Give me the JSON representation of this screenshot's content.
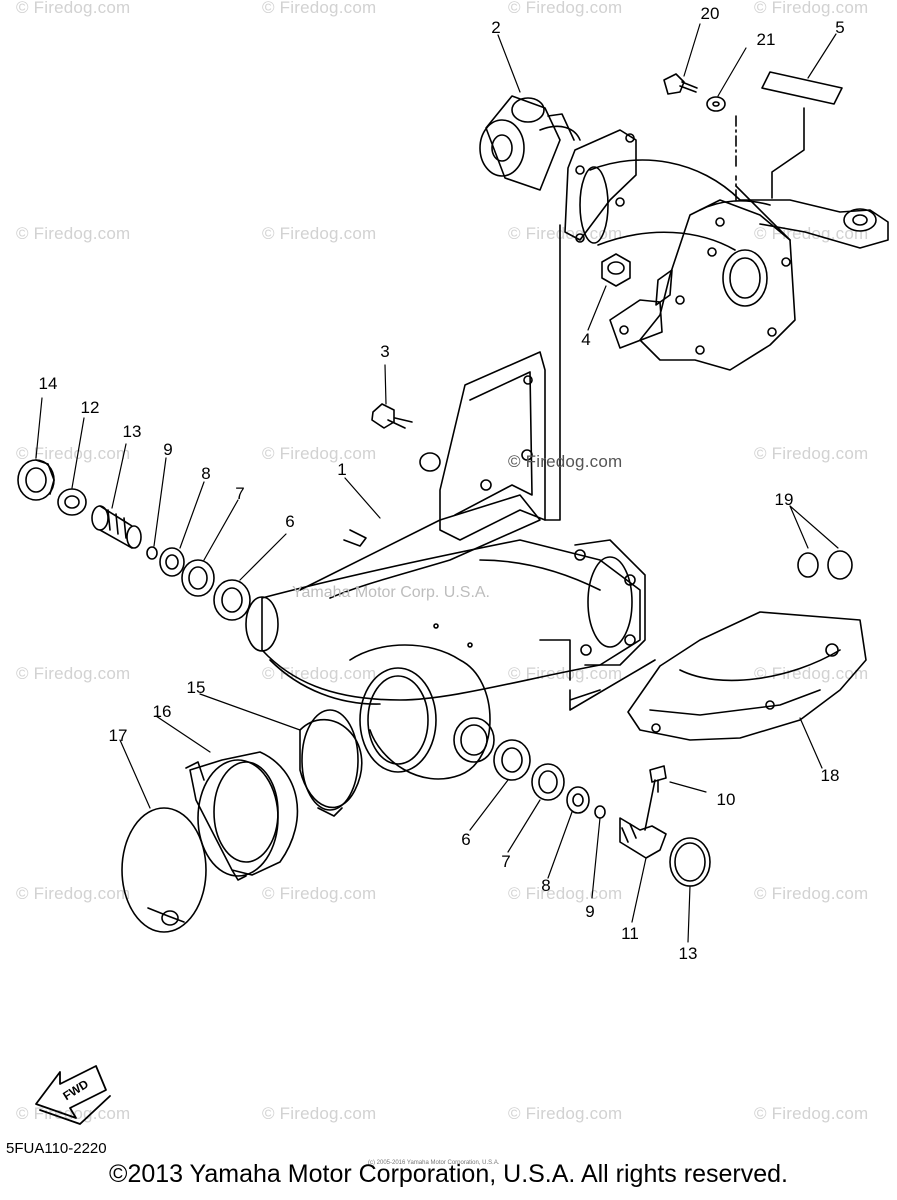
{
  "watermark_text": "© Firedog.com",
  "diagram_watermark": "© Firedog.com",
  "corp_watermark": "Yamaha Motor Corp. U.S.A.",
  "part_code": "5FUA110-2220",
  "fwd_label": "FWD",
  "tiny_credit": "(c) 2005-2016 Yamaha Motor Corporation, U.S.A.",
  "copyright": "©2013 Yamaha Motor Corporation, U.S.A. All rights reserved.",
  "callouts": [
    {
      "id": "1",
      "label": "1"
    },
    {
      "id": "2",
      "label": "2"
    },
    {
      "id": "3",
      "label": "3"
    },
    {
      "id": "4",
      "label": "4"
    },
    {
      "id": "5",
      "label": "5"
    },
    {
      "id": "6a",
      "label": "6"
    },
    {
      "id": "6b",
      "label": "6"
    },
    {
      "id": "7a",
      "label": "7"
    },
    {
      "id": "7b",
      "label": "7"
    },
    {
      "id": "8a",
      "label": "8"
    },
    {
      "id": "8b",
      "label": "8"
    },
    {
      "id": "9a",
      "label": "9"
    },
    {
      "id": "9b",
      "label": "9"
    },
    {
      "id": "10",
      "label": "10"
    },
    {
      "id": "11",
      "label": "11"
    },
    {
      "id": "12",
      "label": "12"
    },
    {
      "id": "13a",
      "label": "13"
    },
    {
      "id": "13b",
      "label": "13"
    },
    {
      "id": "14",
      "label": "14"
    },
    {
      "id": "15",
      "label": "15"
    },
    {
      "id": "16",
      "label": "16"
    },
    {
      "id": "17",
      "label": "17"
    },
    {
      "id": "18",
      "label": "18"
    },
    {
      "id": "19",
      "label": "19"
    },
    {
      "id": "20",
      "label": "20"
    },
    {
      "id": "21",
      "label": "21"
    }
  ]
}
